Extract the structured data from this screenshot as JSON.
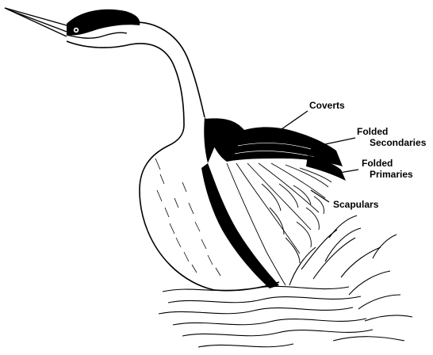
{
  "labels": {
    "coverts": "Coverts",
    "folded_secondaries": [
      "Folded",
      "Secondaries"
    ],
    "folded_primaries": [
      "Folded",
      "Primaries"
    ],
    "scapulars": "Scapulars"
  },
  "colors": {
    "ink": "#000000",
    "paper": "#ffffff"
  }
}
